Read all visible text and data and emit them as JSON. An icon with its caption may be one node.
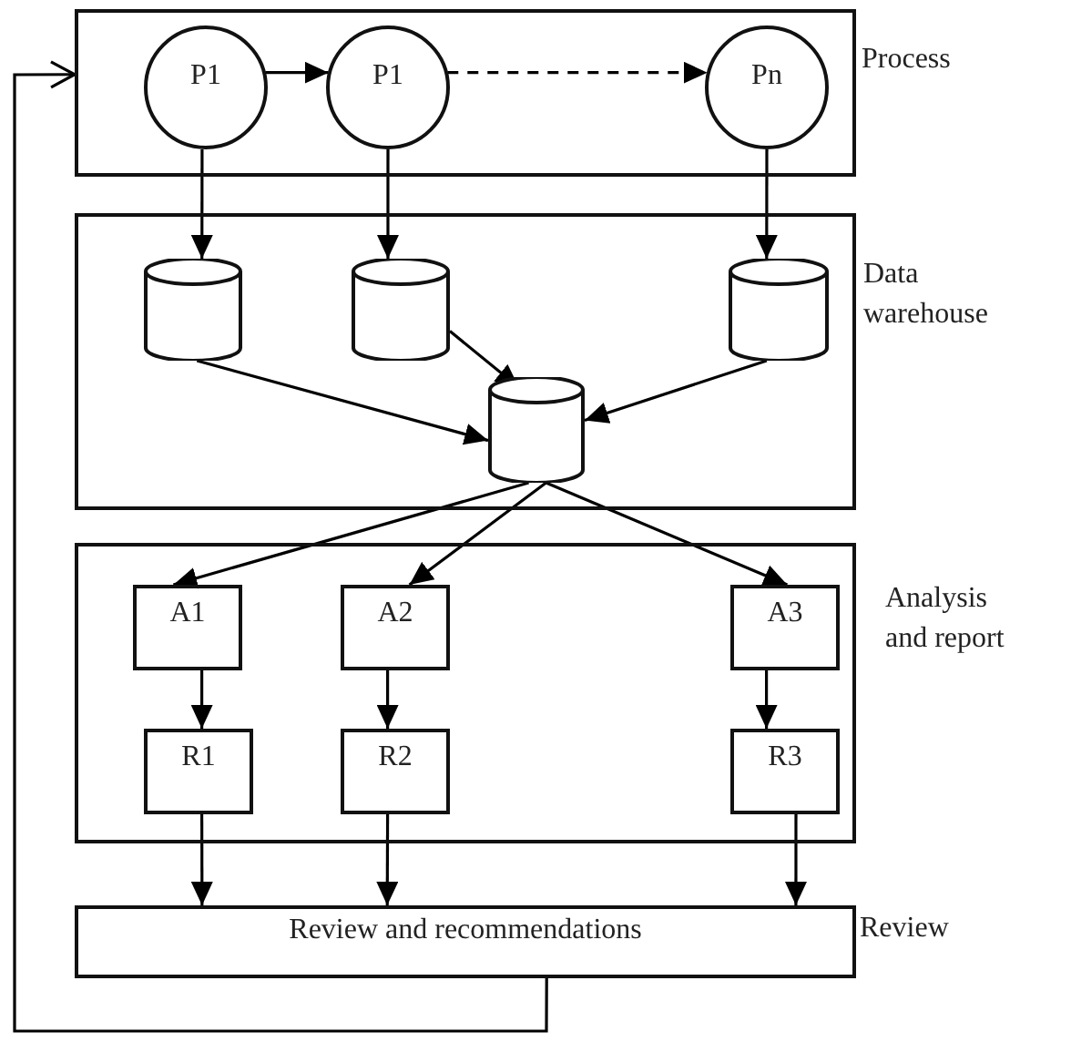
{
  "diagram": {
    "nodes": [
      {
        "text": [],
        "shape": "box",
        "beside": [
          "Process"
        ]
      },
      {
        "text": [
          "P1"
        ],
        "in": 0
      },
      {
        "text": [
          "P1"
        ],
        "in": 0
      },
      {
        "text": [
          "Pn"
        ],
        "in": 0
      },
      {
        "text": [],
        "shape": "box",
        "beside": [
          "Data warehouse"
        ]
      },
      {
        "text": [],
        "shape": "cylinder",
        "in": 4
      },
      {
        "text": [],
        "shape": "cylinder",
        "in": 4
      },
      {
        "text": [],
        "shape": "cylinder",
        "in": 4
      },
      {
        "text": [],
        "shape": "cylinder",
        "in": 4
      },
      {
        "text": [],
        "shape": "box",
        "beside": [
          "Analysis and report"
        ]
      },
      {
        "text": [
          "A1"
        ],
        "in": 9
      },
      {
        "text": [
          "A2"
        ],
        "in": 9
      },
      {
        "text": [
          "A3"
        ],
        "in": 9
      },
      {
        "text": [
          "R1"
        ],
        "in": 9
      },
      {
        "text": [
          "R2"
        ],
        "in": 9
      },
      {
        "text": [
          "R3"
        ],
        "in": 9
      },
      {
        "text": [
          "Review and recommendations"
        ],
        "beside": [
          "Review"
        ]
      }
    ],
    "edges": [
      {
        "from": 1,
        "to": 2,
        "arrow": "to"
      },
      {
        "from": 2,
        "to": 3,
        "arrow": "to",
        "style": "dashed"
      },
      {
        "from": 1,
        "to": 5,
        "arrow": "to"
      },
      {
        "from": 2,
        "to": 6,
        "arrow": "to"
      },
      {
        "from": 3,
        "to": 7,
        "arrow": "to"
      },
      {
        "from": 5,
        "to": 8,
        "arrow": "to"
      },
      {
        "from": 6,
        "to": 8,
        "arrow": "to"
      },
      {
        "from": 7,
        "to": 8,
        "arrow": "to"
      },
      {
        "from": 8,
        "to": 10,
        "arrow": "to"
      },
      {
        "from": 8,
        "to": 11,
        "arrow": "to"
      },
      {
        "from": 8,
        "to": 12,
        "arrow": "to"
      },
      {
        "from": 10,
        "to": 13,
        "arrow": "to"
      },
      {
        "from": 11,
        "to": 14,
        "arrow": "to"
      },
      {
        "from": 12,
        "to": 15,
        "arrow": "to"
      },
      {
        "from": 13,
        "to": 16,
        "arrow": "to"
      },
      {
        "from": 14,
        "to": 16,
        "arrow": "to"
      },
      {
        "from": 15,
        "to": 16,
        "arrow": "to"
      },
      {
        "from": 16,
        "to": 0,
        "arrow": "to"
      }
    ]
  }
}
